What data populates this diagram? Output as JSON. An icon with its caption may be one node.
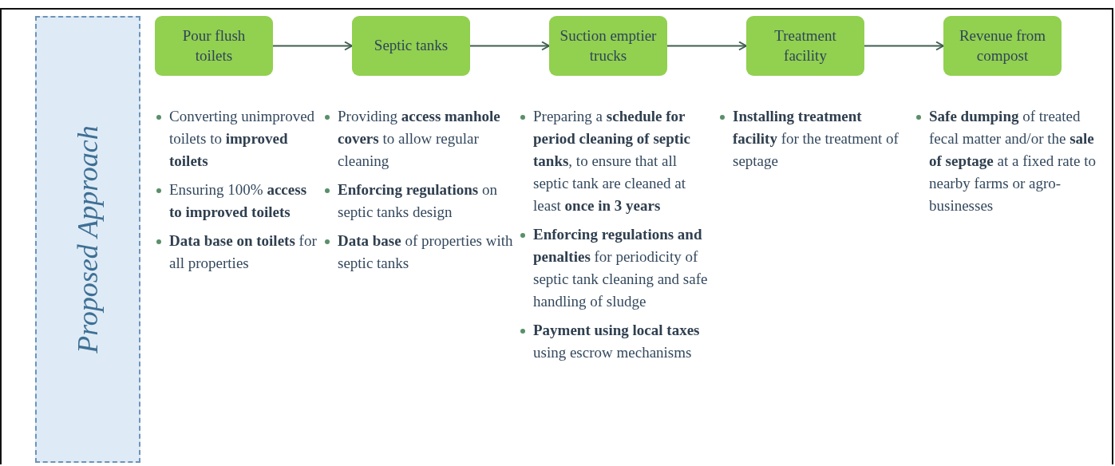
{
  "diagram": {
    "nodes": [
      {
        "text": [
          "Proposed Approach"
        ]
      },
      {
        "text": [
          "Pour flush toilets"
        ],
        "beside": [
          "Converting unimproved toilets to **improved toilets**",
          "Ensuring 100% **access to improved toilets**",
          "**Data base on toilets** for all properties"
        ]
      },
      {
        "text": [
          "Septic tanks"
        ],
        "beside": [
          "Providing **access manhole covers** to allow regular cleaning",
          "**Enforcing regulations** on septic tanks design",
          "**Data base** of properties with septic tanks"
        ]
      },
      {
        "text": [
          "Suction emptier trucks"
        ],
        "beside": [
          "Preparing a **schedule for period cleaning of septic tanks**, to ensure that all septic tank are cleaned at least **once in 3 years**",
          "**Enforcing regulations and penalties** for periodicity of septic tank cleaning and safe handling of sludge",
          "**Payment using local taxes** using escrow mechanisms"
        ]
      },
      {
        "text": [
          "Treatment facility"
        ],
        "beside": [
          "**Installing treatment facility** for the treatment of septage"
        ]
      },
      {
        "text": [
          "Revenue from compost"
        ],
        "beside": [
          "**Safe dumping** of treated fecal matter and/or the **sale of septage** at a fixed rate to nearby farms or agro-businesses"
        ]
      }
    ],
    "edges": [
      {
        "from": 1,
        "to": 2,
        "arrow": "to"
      },
      {
        "from": 2,
        "to": 3,
        "arrow": "to"
      },
      {
        "from": 3,
        "to": 4,
        "arrow": "to"
      },
      {
        "from": 4,
        "to": 5,
        "arrow": "to"
      }
    ]
  }
}
